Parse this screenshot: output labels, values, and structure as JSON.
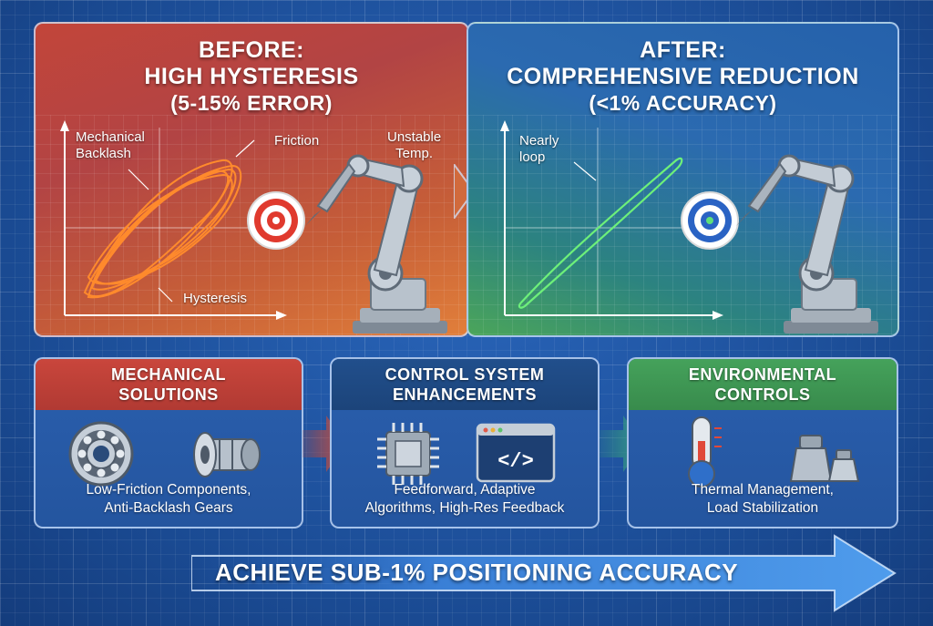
{
  "before": {
    "title_line1": "BEFORE:",
    "title_line2": "HIGH HYSTERESIS",
    "title_line3": "(5-15% ERROR)",
    "labels": {
      "backlash_line1": "Mechanical",
      "backlash_line2": "Backlash",
      "friction": "Friction",
      "temp_line1": "Unstable",
      "temp_line2": "Temp.",
      "hysteresis": "Hysteresis"
    }
  },
  "after": {
    "title_line1": "AFTER:",
    "title_line2": "COMPREHENSIVE REDUCTION",
    "title_line3": "(<1% ACCURACY)",
    "labels": {
      "loop_line1": "Nearly",
      "loop_line2": "loop"
    }
  },
  "solutions": [
    {
      "head_line1": "MECHANICAL",
      "head_line2": "SOLUTIONS",
      "foot_line1": "Low-Friction Components,",
      "foot_line2": "Anti-Backlash Gears",
      "icons": [
        "ball-bearing-icon",
        "gear-shaft-icon"
      ],
      "accent": "#c0413a"
    },
    {
      "head_line1": "CONTROL SYSTEM",
      "head_line2": "ENHANCEMENTS",
      "foot_line1": "Feedforward, Adaptive",
      "foot_line2": "Algorithms, High-Res Feedback",
      "icons": [
        "microchip-icon",
        "code-window-icon"
      ],
      "code_glyph": "</>",
      "accent": "#1f4f8f"
    },
    {
      "head_line1": "ENVIRONMENTAL",
      "head_line2": "CONTROLS",
      "foot_line1": "Thermal Management,",
      "foot_line2": "Load Stabilization",
      "icons": [
        "thermometer-icon",
        "weights-icon"
      ],
      "accent": "#3d9a52"
    }
  ],
  "banner": {
    "text": "ACHIEVE SUB-1% POSITIONING ACCURACY"
  }
}
